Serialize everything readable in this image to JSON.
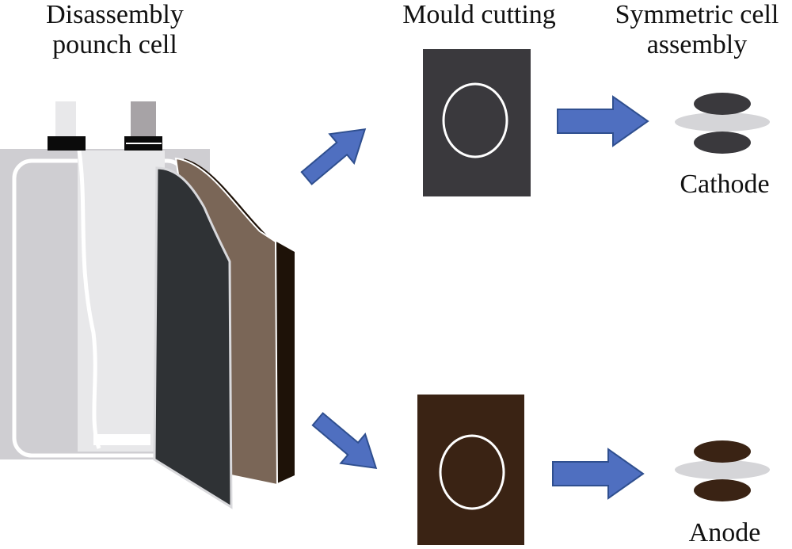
{
  "titles": {
    "disassembly": [
      "Disassembly",
      "pounch cell"
    ],
    "mould_cutting": "Mould cutting",
    "symmetric_assembly": [
      "Symmetric cell",
      "assembly"
    ]
  },
  "labels": {
    "cathode": "Cathode",
    "anode": "Anode"
  },
  "colors": {
    "arrow_fill": "#4F6FC0",
    "arrow_stroke": "#2F4F8F",
    "cathode": "#3A393D",
    "anode": "#3A2314",
    "separator": "#D5D5D8",
    "pouch": "#CECDD1",
    "copper_sheet": "#7A6657"
  },
  "icons": {
    "arrow": "arrow-right-icon",
    "electrode_disc": "ellipse-disc-icon"
  }
}
